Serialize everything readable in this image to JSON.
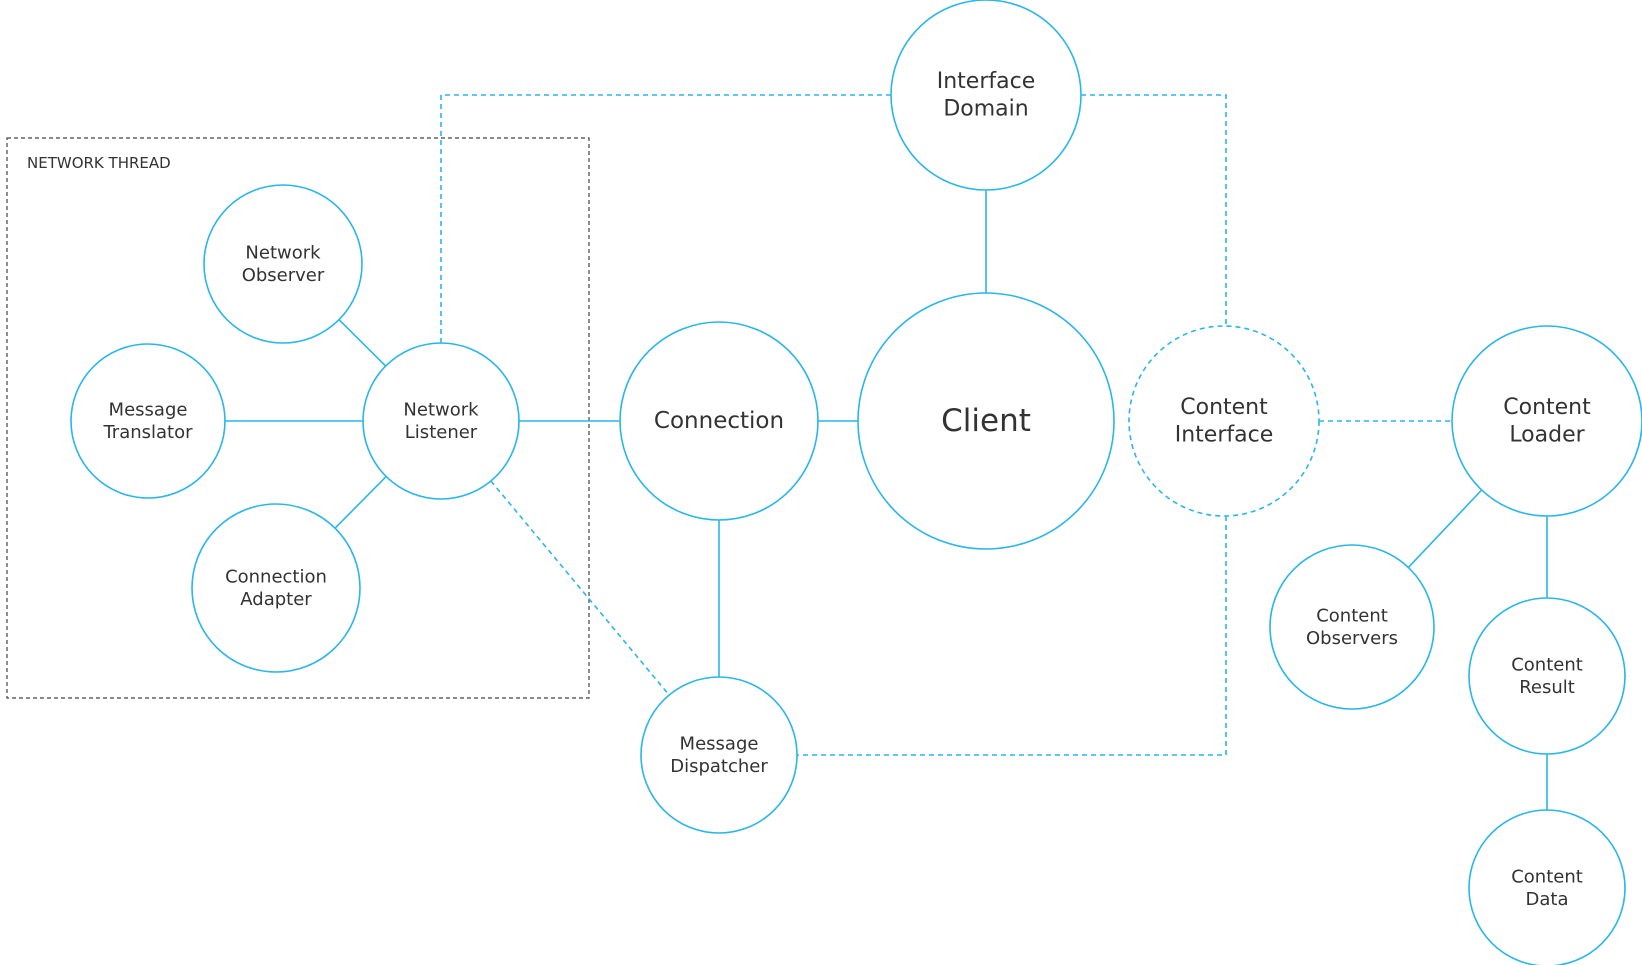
{
  "colors": {
    "accent": "#29b6e8",
    "group_border": "#444444",
    "text": "#333333",
    "background": "#ffffff"
  },
  "group": {
    "label": "NETWORK THREAD"
  },
  "nodes": [
    {
      "id": "interface-domain",
      "lines": [
        "Interface",
        "Domain"
      ],
      "style": "solid"
    },
    {
      "id": "network-observer",
      "lines": [
        "Network",
        "Observer"
      ],
      "style": "solid"
    },
    {
      "id": "message-translator",
      "lines": [
        "Message",
        "Translator"
      ],
      "style": "solid"
    },
    {
      "id": "network-listener",
      "lines": [
        "Network",
        "Listener"
      ],
      "style": "solid"
    },
    {
      "id": "connection-adapter",
      "lines": [
        "Connection",
        "Adapter"
      ],
      "style": "solid"
    },
    {
      "id": "connection",
      "lines": [
        "Connection"
      ],
      "style": "solid"
    },
    {
      "id": "client",
      "lines": [
        "Client"
      ],
      "style": "solid"
    },
    {
      "id": "content-interface",
      "lines": [
        "Content",
        "Interface"
      ],
      "style": "dashed"
    },
    {
      "id": "content-loader",
      "lines": [
        "Content",
        "Loader"
      ],
      "style": "solid"
    },
    {
      "id": "message-dispatcher",
      "lines": [
        "Message",
        "Dispatcher"
      ],
      "style": "solid"
    },
    {
      "id": "content-observers",
      "lines": [
        "Content",
        "Observers"
      ],
      "style": "solid"
    },
    {
      "id": "content-result",
      "lines": [
        "Content",
        "Result"
      ],
      "style": "solid"
    },
    {
      "id": "content-data",
      "lines": [
        "Content",
        "Data"
      ],
      "style": "solid"
    }
  ],
  "edges": [
    {
      "from": "network-observer",
      "to": "network-listener",
      "style": "solid"
    },
    {
      "from": "message-translator",
      "to": "network-listener",
      "style": "solid"
    },
    {
      "from": "connection-adapter",
      "to": "network-listener",
      "style": "solid"
    },
    {
      "from": "network-listener",
      "to": "connection",
      "style": "solid"
    },
    {
      "from": "connection",
      "to": "client",
      "style": "solid"
    },
    {
      "from": "client",
      "to": "interface-domain",
      "style": "solid"
    },
    {
      "from": "connection",
      "to": "message-dispatcher",
      "style": "solid"
    },
    {
      "from": "content-loader",
      "to": "content-observers",
      "style": "solid"
    },
    {
      "from": "content-loader",
      "to": "content-result",
      "style": "solid"
    },
    {
      "from": "content-result",
      "to": "content-data",
      "style": "solid"
    },
    {
      "from": "network-listener",
      "to": "message-dispatcher",
      "style": "dashed"
    },
    {
      "from": "content-interface",
      "to": "content-loader",
      "style": "dashed"
    },
    {
      "from": "network-listener",
      "to": "interface-domain",
      "style": "dashed"
    },
    {
      "from": "interface-domain",
      "to": "content-interface",
      "style": "dashed"
    },
    {
      "from": "content-interface",
      "to": "message-dispatcher",
      "style": "dashed"
    }
  ]
}
